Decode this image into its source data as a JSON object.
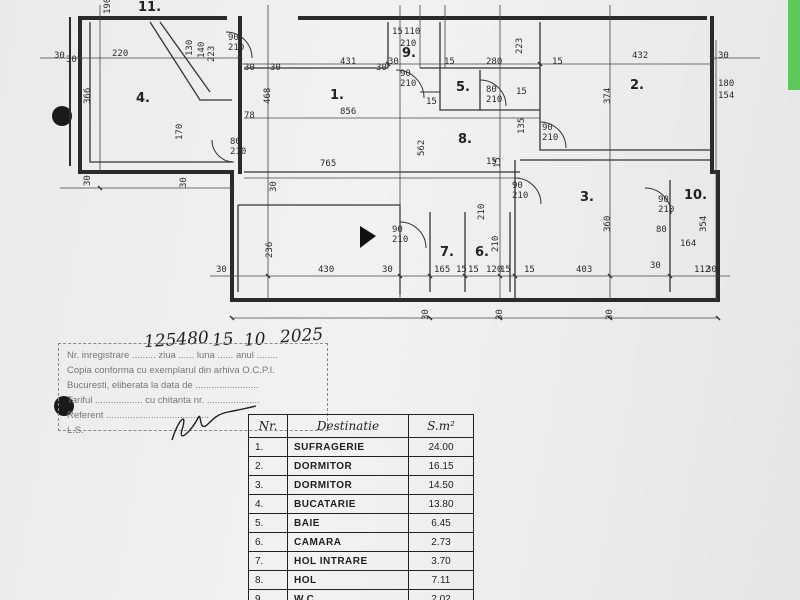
{
  "plan": {
    "rooms": [
      {
        "id": "1.",
        "n": "room-1"
      },
      {
        "id": "2.",
        "n": "room-2"
      },
      {
        "id": "3.",
        "n": "room-3"
      },
      {
        "id": "4.",
        "n": "room-4"
      },
      {
        "id": "5.",
        "n": "room-5"
      },
      {
        "id": "6.",
        "n": "room-6"
      },
      {
        "id": "7.",
        "n": "room-7"
      },
      {
        "id": "8.",
        "n": "room-8"
      },
      {
        "id": "9.",
        "n": "room-9"
      },
      {
        "id": "10.",
        "n": "room-10"
      },
      {
        "id": "11.",
        "n": "room-11"
      }
    ],
    "dims": {
      "d220": "220",
      "d431": "431",
      "d280": "280",
      "d432": "432",
      "d856": "856",
      "d765": "765",
      "d430": "430",
      "d165": "165",
      "d15a": "15",
      "d120": "120",
      "d403": "403",
      "d112": "112",
      "d30a": "30",
      "d30b": "30",
      "d30c": "30",
      "d30d": "30",
      "d30e": "30",
      "d15b": "15",
      "d15c": "15",
      "d15d": "15",
      "d15e": "15",
      "d15f": "15",
      "d15g": "15",
      "d110": "110",
      "d15h": "15",
      "d78": "78",
      "d30f": "30",
      "d30g": "30",
      "d30h": "30",
      "d30i": "30",
      "d30j": "30",
      "d15i": "15",
      "d15j": "15",
      "d30k": "30",
      "d30l": "30",
      "v366": "366",
      "v468": "468",
      "v562": "562",
      "v374": "374",
      "v360": "360",
      "v236": "236",
      "v170": "170",
      "v223a": "223",
      "v135": "135",
      "v354": "354",
      "v190": "190",
      "v130": "130",
      "v140": "140",
      "v223b": "223",
      "v30a": "30",
      "v30b": "30",
      "v30c": "30",
      "v30d": "30",
      "v30e": "30",
      "v30f": "30",
      "v15a": "15",
      "r180": "180",
      "r154": "154",
      "r164": "164"
    },
    "doors": [
      {
        "w": "90",
        "h": "210",
        "n": "door-a"
      },
      {
        "w": "80",
        "h": "210",
        "n": "door-b"
      },
      {
        "w": "90",
        "h": "210",
        "n": "door-c"
      },
      {
        "w": "80",
        "h": "210",
        "n": "door-d"
      },
      {
        "w": "90",
        "h": "210",
        "n": "door-e"
      },
      {
        "w": "90",
        "h": "210",
        "n": "door-f"
      },
      {
        "w": "90",
        "h": "210",
        "n": "door-g"
      },
      {
        "w": "90",
        "h": "210",
        "n": "door-h"
      },
      {
        "w": "80",
        "h": "210",
        "n": "door-i"
      }
    ],
    "small_doors": {
      "s6": "210",
      "s7": "210"
    }
  },
  "stamp": {
    "line1": "Nr. inregistrare ......... ziua ...... luna ...... anul ........",
    "line2": "Copia conforma cu exemplarul din arhiva O.C.P.I.",
    "line3": "Bucuresti, eliberata la data de ........................",
    "line4": "Tariful .................. cu chitanta nr. ....................",
    "line5": "Referent .......................................",
    "line6": "L.S."
  },
  "handwriting": {
    "number": "125480",
    "date_day": "15",
    "date_month": "10",
    "date_year": "2025"
  },
  "table": {
    "headers": {
      "nr": "Nr.",
      "dest": "Destinatie",
      "sup": "S.m²"
    },
    "rows": [
      {
        "nr": "1.",
        "dest": "SUFRAGERIE",
        "sup": "24.00"
      },
      {
        "nr": "2.",
        "dest": "DORMITOR",
        "sup": "16.15"
      },
      {
        "nr": "3.",
        "dest": "DORMITOR",
        "sup": "14.50"
      },
      {
        "nr": "4.",
        "dest": "BUCATARIE",
        "sup": "13.80"
      },
      {
        "nr": "5.",
        "dest": "BAIE",
        "sup": "6.45"
      },
      {
        "nr": "6.",
        "dest": "CAMARA",
        "sup": "2.73"
      },
      {
        "nr": "7.",
        "dest": "HOL INTRARE",
        "sup": "3.70"
      },
      {
        "nr": "8.",
        "dest": "HOL",
        "sup": "7.11"
      },
      {
        "nr": "9.",
        "dest": "W.C.",
        "sup": "2.02"
      }
    ]
  }
}
